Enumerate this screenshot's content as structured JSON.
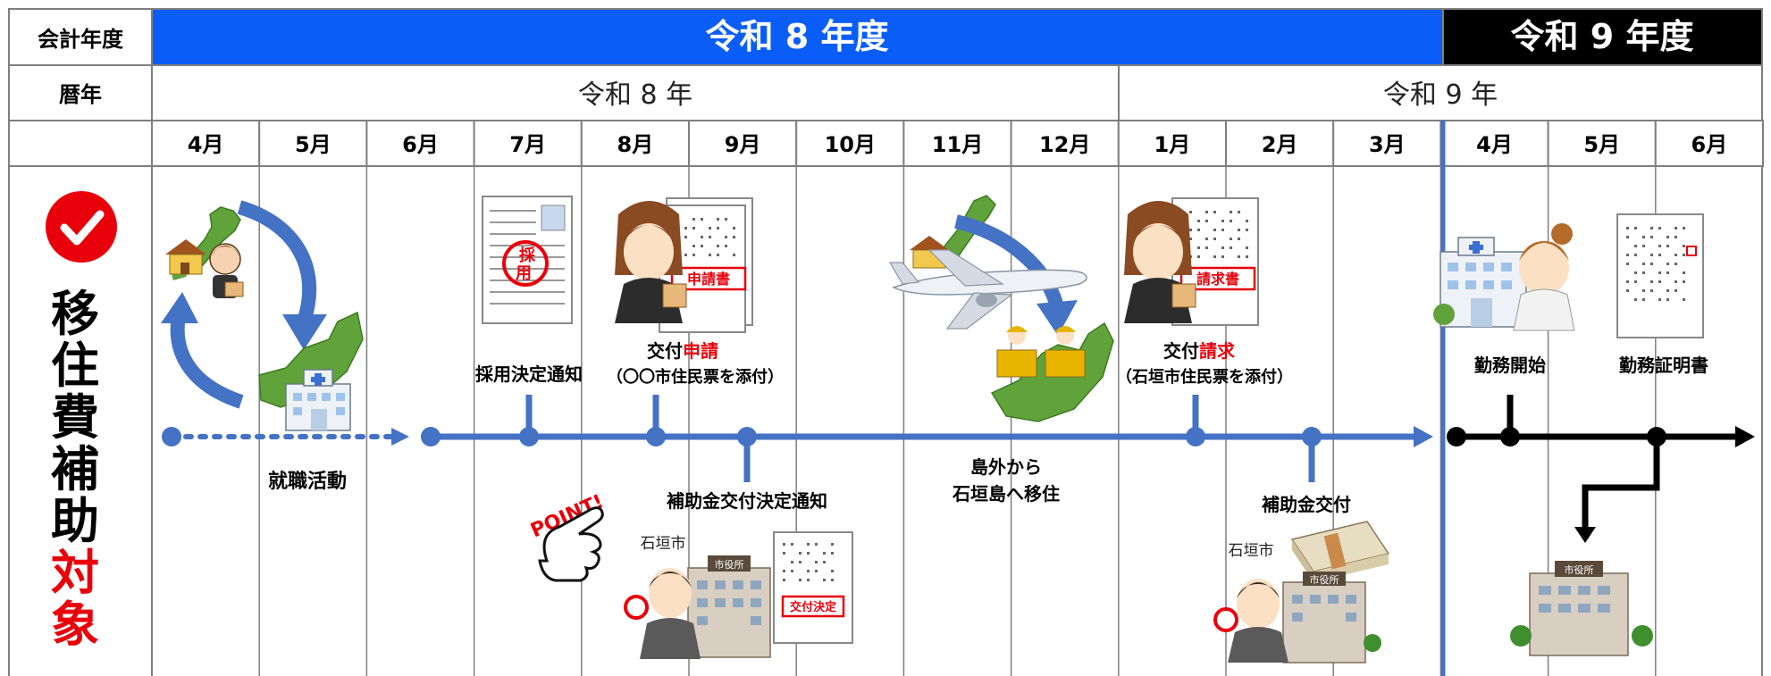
{
  "header": {
    "fiscal_label": "会計年度",
    "calendar_label": "暦年",
    "fiscal_year_1": "令和 8 年度",
    "fiscal_year_2": "令和 9 年度",
    "calendar_year_1": "令和 8 年",
    "calendar_year_2": "令和 9 年",
    "months": [
      "4月",
      "5月",
      "6月",
      "7月",
      "8月",
      "9月",
      "10月",
      "11月",
      "12月",
      "1月",
      "2月",
      "3月",
      "4月",
      "5月",
      "6月"
    ]
  },
  "colors": {
    "fiscal_1_bg": "#0A5EF7",
    "fiscal_2_bg": "#000000",
    "timeline_blue": "#4472C4",
    "accent_red": "#E8000B",
    "land_green": "#5FA33A",
    "timeline_black": "#000000"
  },
  "side_label": {
    "text_black": [
      "移",
      "住",
      "費",
      "補",
      "助"
    ],
    "text_red": [
      "対",
      "象"
    ],
    "check_icon": "check-circle-icon"
  },
  "events": {
    "job_hunting": "就職活動",
    "hiring_notice": "採用決定通知",
    "apply_prefix": "交付",
    "apply_red": "申請",
    "apply_note": "（〇〇市住民票を添付）",
    "grant_decision": "補助金交付決定通知",
    "move_line1": "島外から",
    "move_line2": "石垣島へ移住",
    "claim_prefix": "交付",
    "claim_red": "請求",
    "claim_note": "（石垣市住民票を添付）",
    "grant_payment": "補助金交付",
    "work_start": "勤務開始",
    "employment_cert": "勤務証明書"
  },
  "illustrations": {
    "hire_stamp_line1": "採",
    "hire_stamp_line2": "用",
    "application_doc": "申請書",
    "claim_doc": "請求書",
    "decision_doc": "交付決定",
    "city_label_1": "石垣市",
    "city_label_2": "石垣市",
    "city_hall_sign_1": "市役所",
    "city_hall_sign_2": "市役所",
    "city_hall_sign_3": "市役所",
    "point_label": "POINT!"
  }
}
